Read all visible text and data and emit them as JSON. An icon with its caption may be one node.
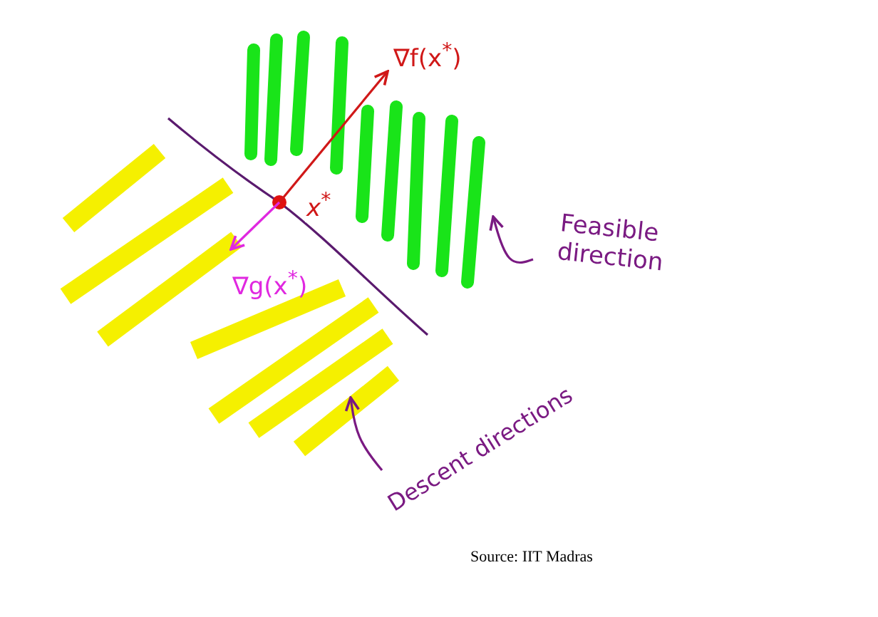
{
  "diagram": {
    "nodes": [
      {
        "text": [],
        "shape": "circle",
        "beside": [
          "x$^{*}$"
        ]
      },
      {
        "text": [
          "∇f(x$^{*}$)"
        ]
      },
      {
        "text": [
          "∇g(x$^{*}$)"
        ]
      },
      {
        "text": [
          "Feasible direction"
        ]
      },
      {
        "text": [
          "Descent directions"
        ]
      }
    ],
    "edges": [
      {
        "from": 0,
        "to": 1,
        "arrow": "to",
        "color": "#d01818"
      },
      {
        "from": 0,
        "to": 2,
        "arrow": "to",
        "color": "#e028e0"
      },
      {
        "from": 3,
        "to": null,
        "arrow": "to"
      },
      {
        "from": 4,
        "to": null,
        "arrow": "to"
      }
    ],
    "labels": [
      "Source: IIT Madras"
    ]
  }
}
